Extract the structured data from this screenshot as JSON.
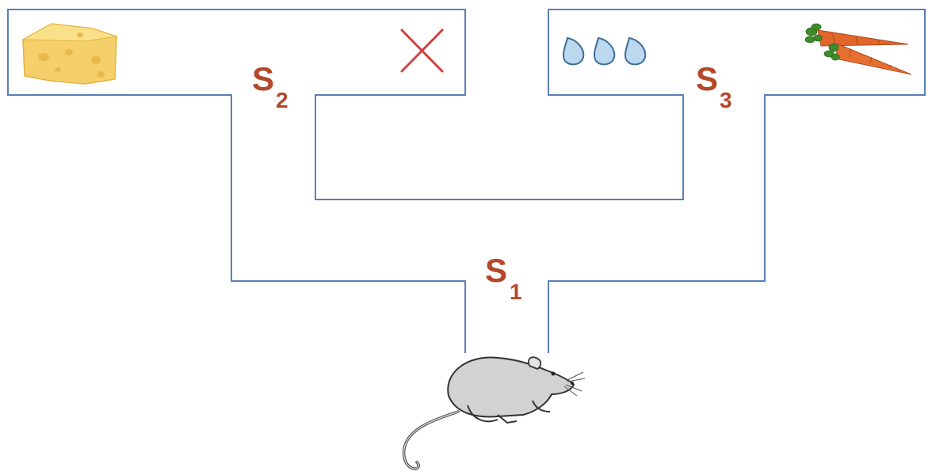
{
  "states": [
    {
      "id": "s1",
      "letter": "S",
      "subscript": "1"
    },
    {
      "id": "s2",
      "letter": "S",
      "subscript": "2"
    },
    {
      "id": "s3",
      "letter": "S",
      "subscript": "3"
    }
  ],
  "outcomes": {
    "top_left_far": "cheese-icon",
    "top_left_near": "cross-icon",
    "top_right_near": "water-drops-icon",
    "top_right_far": "carrots-icon"
  },
  "agent": "rat-icon",
  "colors": {
    "wall": "#5a7fb8",
    "label": "#b5472a",
    "cross": "#d04040",
    "cheese": "#f2c84b",
    "water": "#b9d6ee",
    "carrot": "#e0662b",
    "rat_body": "#d2d2d2"
  }
}
